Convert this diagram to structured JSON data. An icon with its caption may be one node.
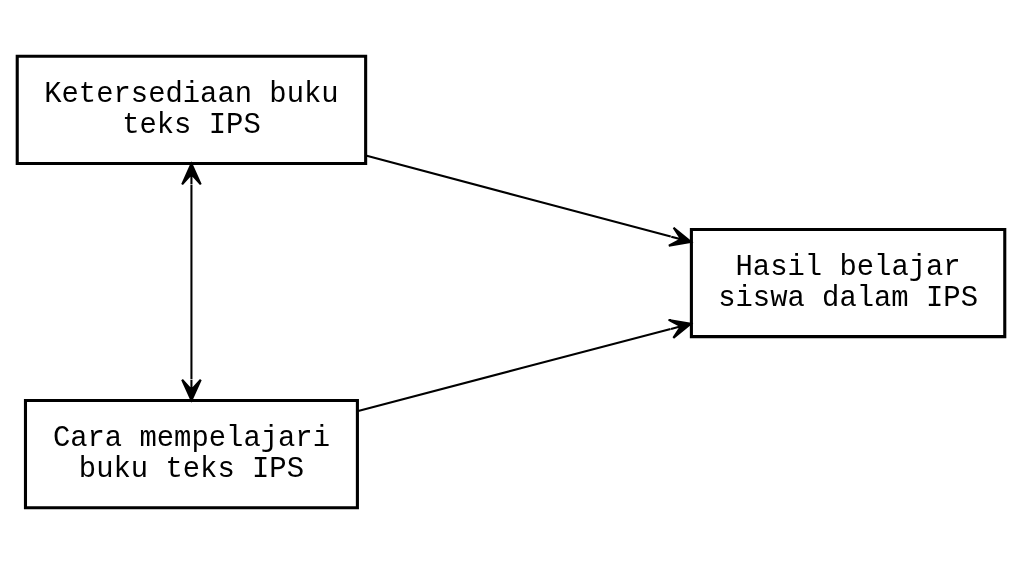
{
  "diagram": {
    "nodes": [
      {
        "text": [
          "Ketersediaan buku teks IPS"
        ]
      },
      {
        "text": [
          "Cara mempelajari buku teks IPS"
        ]
      },
      {
        "text": [
          "Hasil belajar siswa dalam IPS"
        ]
      }
    ],
    "edges": [
      {
        "from": 0,
        "to": 2,
        "arrow": "to"
      },
      {
        "from": 0,
        "to": 1,
        "arrow": "both"
      },
      {
        "from": 1,
        "to": 2,
        "arrow": "to"
      }
    ]
  }
}
